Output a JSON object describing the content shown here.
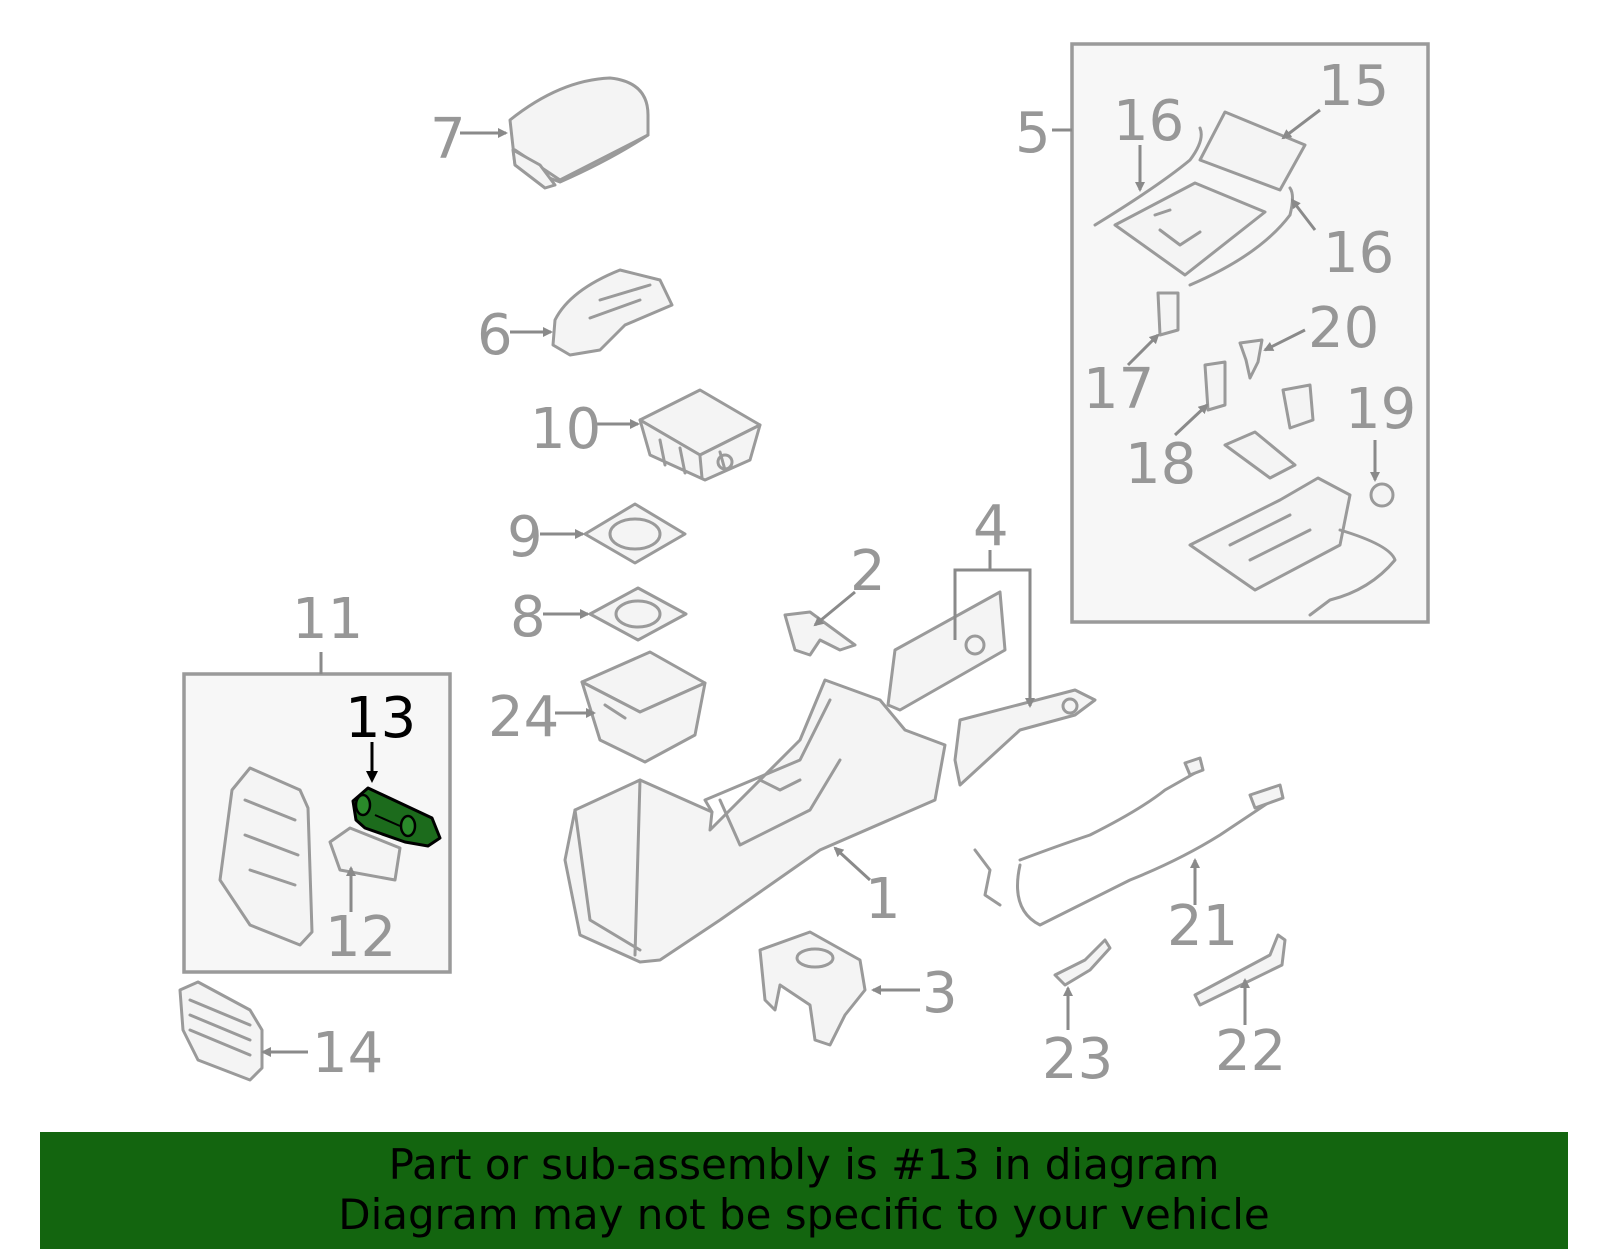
{
  "diagram": {
    "callouts": {
      "c1": "1",
      "c2": "2",
      "c3": "3",
      "c4": "4",
      "c5": "5",
      "c6": "6",
      "c7": "7",
      "c8": "8",
      "c9": "9",
      "c10": "10",
      "c11": "11",
      "c12": "12",
      "c13": "13",
      "c14": "14",
      "c15": "15",
      "c16a": "16",
      "c16b": "16",
      "c17": "17",
      "c18": "18",
      "c19": "19",
      "c20": "20",
      "c21": "21",
      "c22": "22",
      "c23": "23",
      "c24": "24"
    },
    "highlighted_part": "13",
    "highlight_color": "#1c6b1c"
  },
  "banner": {
    "line1": "Part or sub-assembly is #13 in diagram",
    "line2": "Diagram may not be specific to your vehicle",
    "background": "#13650f"
  }
}
